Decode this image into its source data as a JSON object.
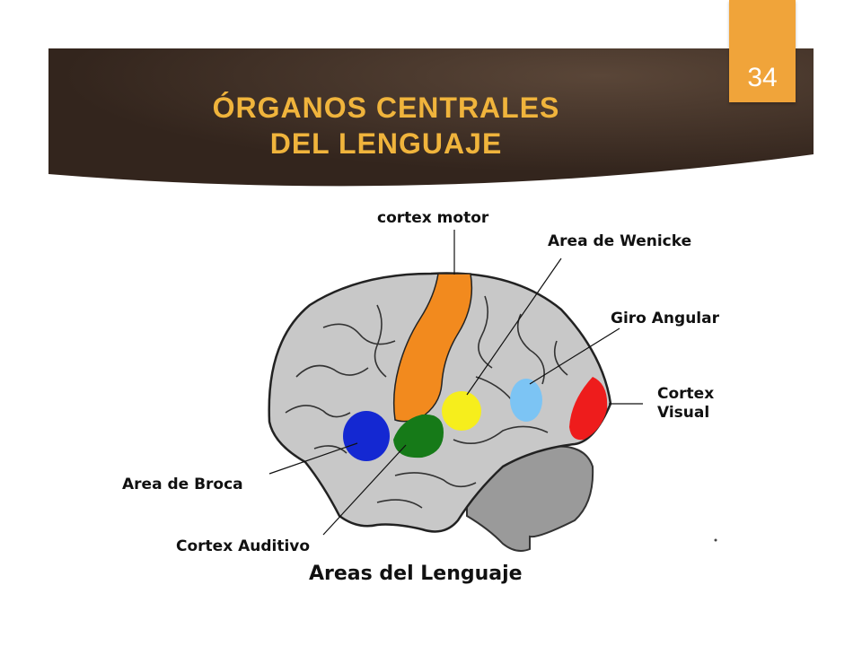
{
  "slide": {
    "title_line1": "ÓRGANOS CENTRALES",
    "title_line2": "DEL LENGUAJE",
    "page_number": "34"
  },
  "colors": {
    "header_bg": "#3b2b22",
    "title": "#f0b43c",
    "page_tab": "#f0a43a",
    "brain": "#c8c8c8",
    "cerebellum": "#9a9a9a",
    "cortex_motor": "#f28a1e",
    "area_wernicke": "#f6ee1c",
    "giro_angular": "#7cc4f4",
    "cortex_visual": "#ee1c1c",
    "area_broca": "#1428d2",
    "cortex_auditivo": "#167a18"
  },
  "diagram": {
    "labels": {
      "cortex_motor": "cortex motor",
      "area_wernicke": "Area de Wenicke",
      "giro_angular": "Giro Angular",
      "cortex_visual_1": "Cortex",
      "cortex_visual_2": "Visual",
      "area_broca": "Area de Broca",
      "cortex_auditivo": "Cortex Auditivo",
      "caption": "Areas del Lenguaje"
    }
  }
}
